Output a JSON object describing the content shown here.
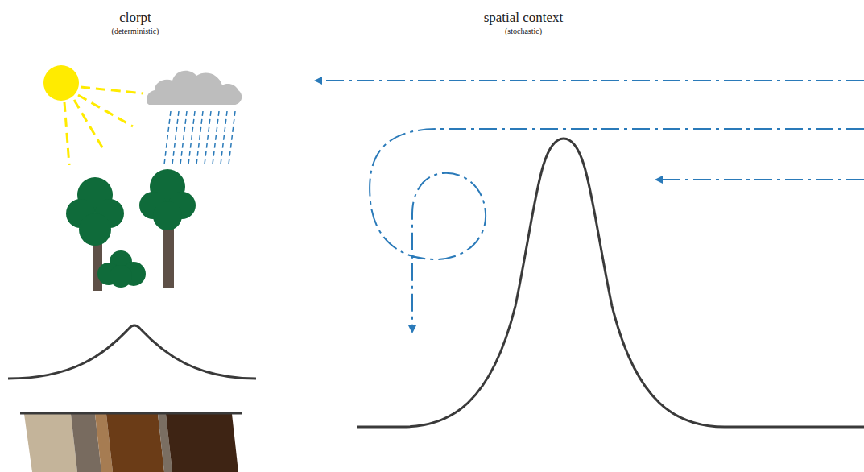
{
  "diagram": {
    "labels": [
      "clorpt",
      "(deterministic)",
      "spatial context",
      "(stochastic)"
    ]
  }
}
